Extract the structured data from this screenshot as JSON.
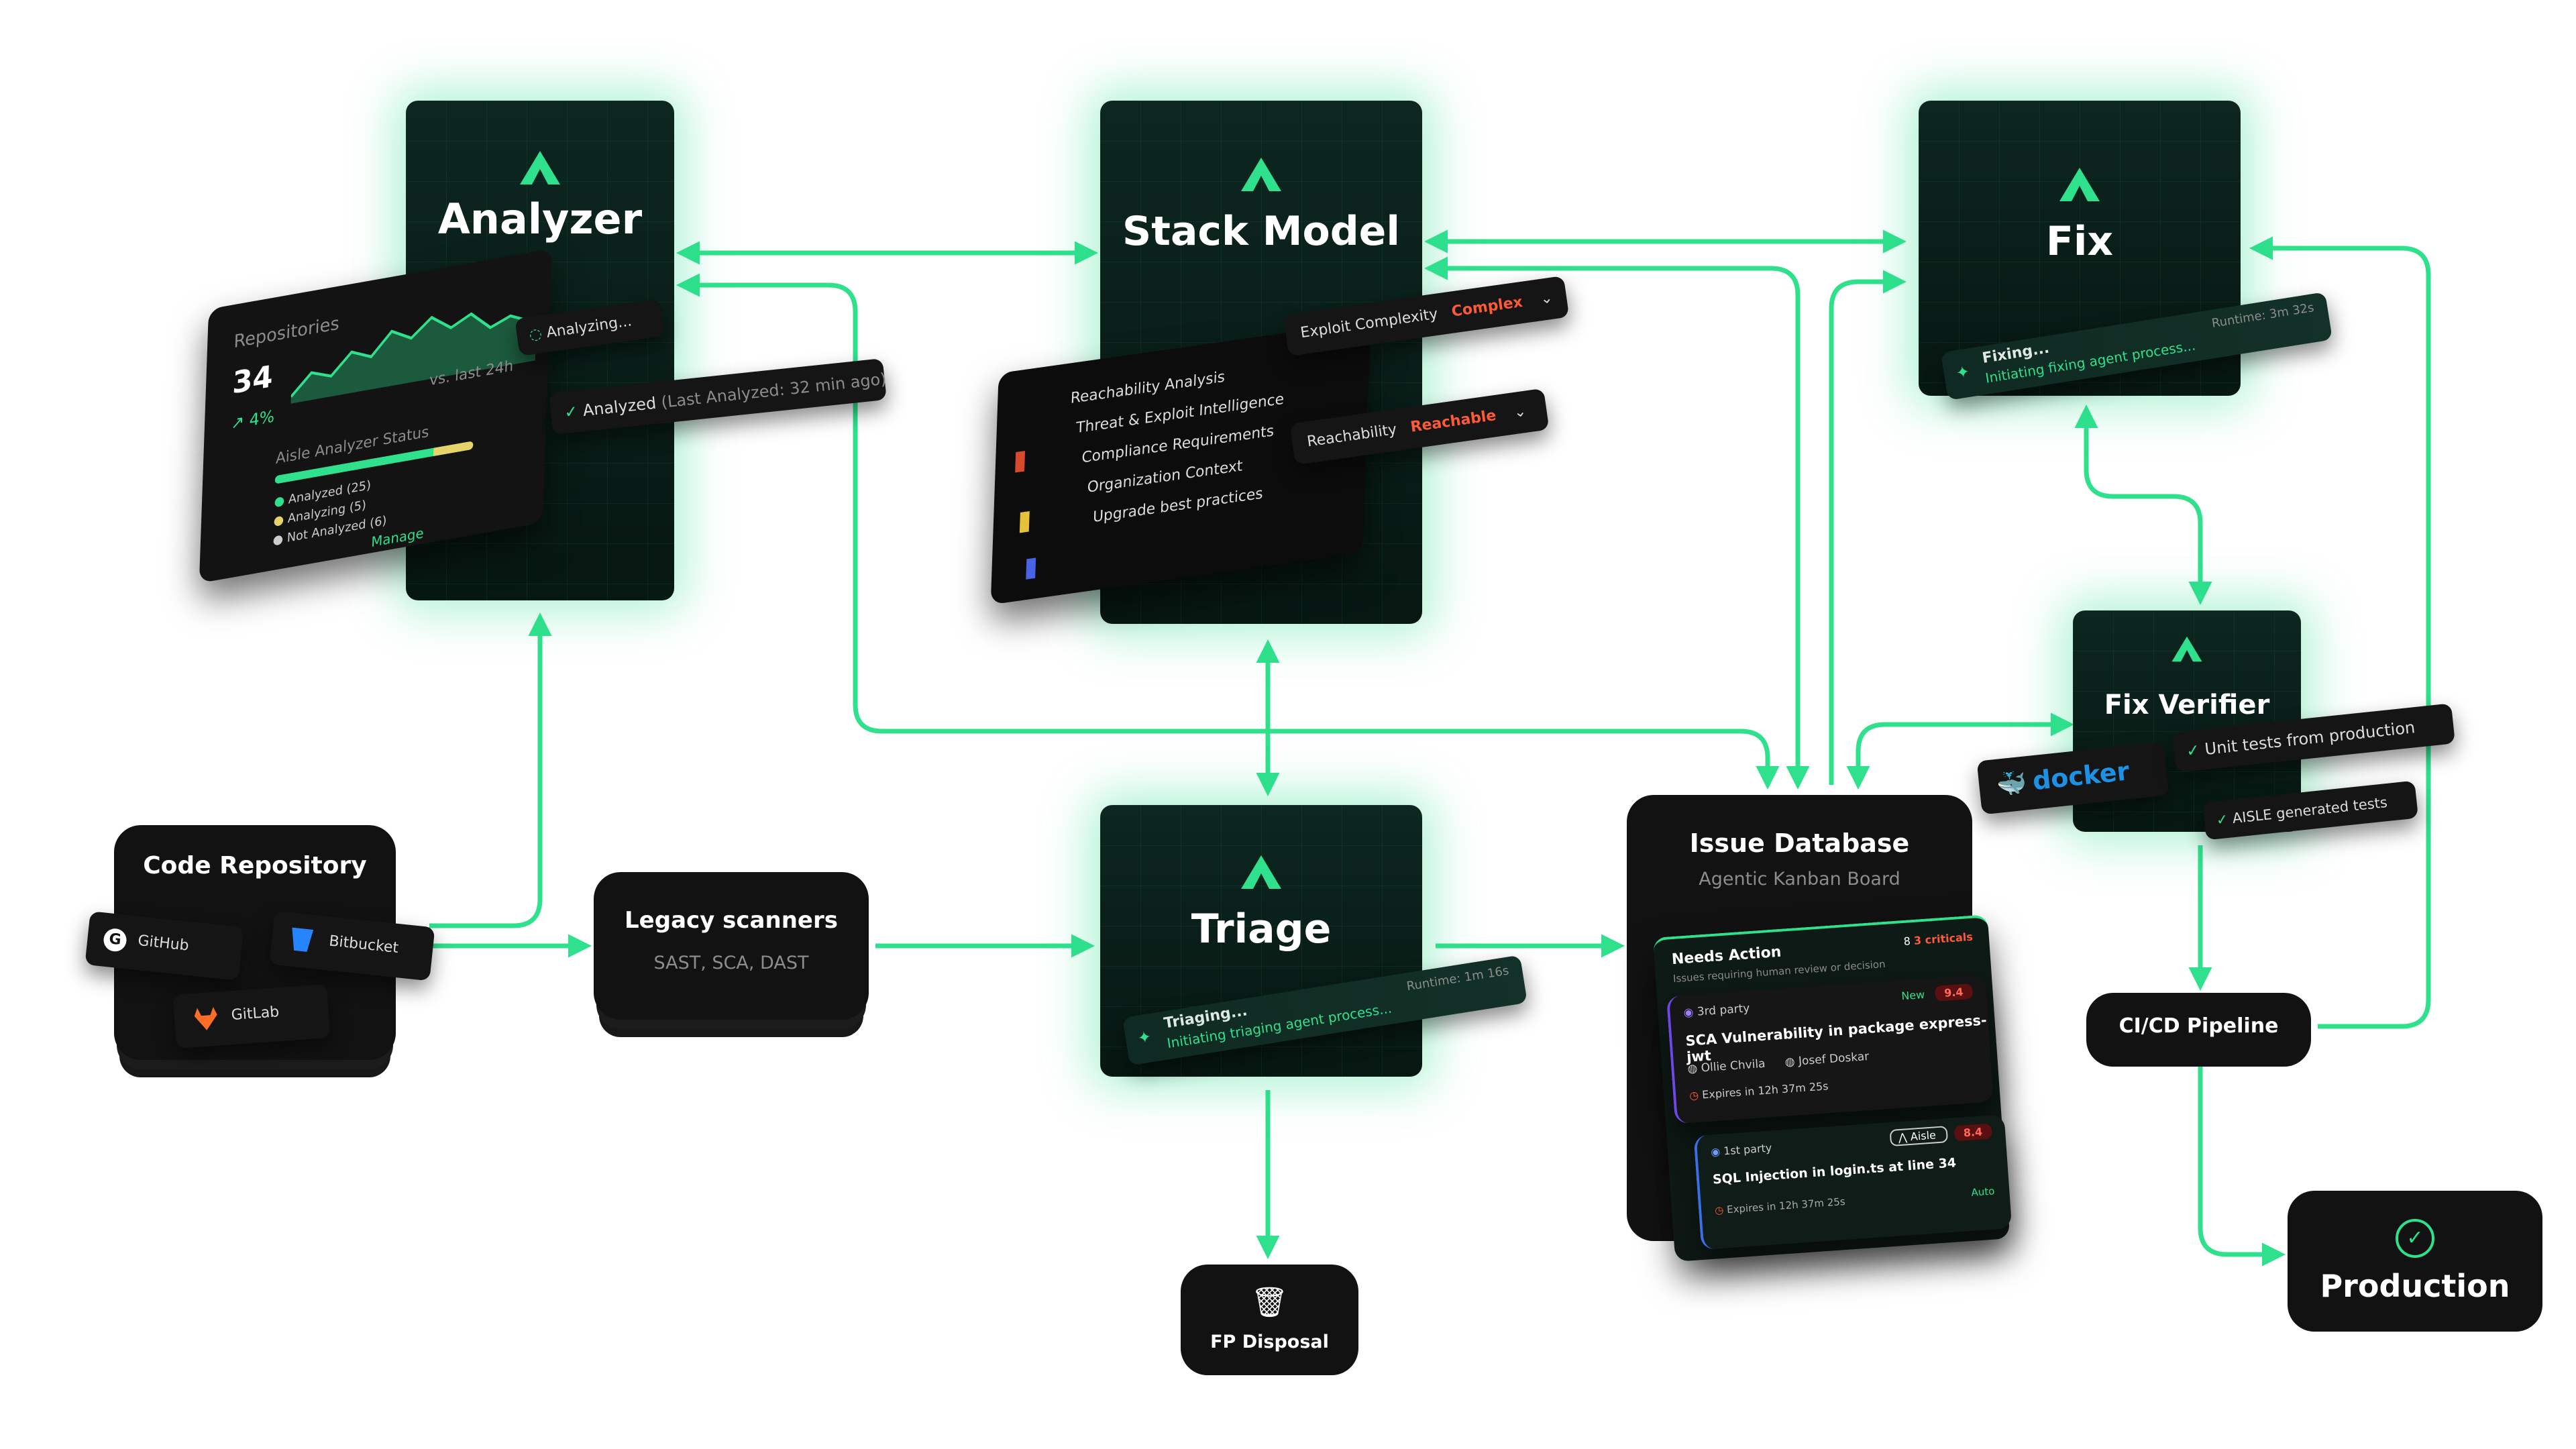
{
  "nodes": {
    "analyzer": "Analyzer",
    "stack_model": "Stack Model",
    "fix": "Fix",
    "fix_verifier": "Fix Verifier",
    "triage": "Triage",
    "code_repository": "Code Repository",
    "legacy_scanners": "Legacy scanners",
    "legacy_scanners_sub": "SAST, SCA, DAST",
    "issue_database": "Issue Database",
    "issue_database_sub": "Agentic Kanban Board",
    "cicd": "CI/CD Pipeline",
    "production": "Production",
    "fp_disposal": "FP Disposal"
  },
  "analyzer_card": {
    "repos_label": "Repositories",
    "repos_count": "34",
    "delta": "4%",
    "vs": "vs. last 24h",
    "status_title": "Aisle Analyzer Status",
    "analyzed": "Analyzed (25)",
    "analyzing": "Analyzing (5)",
    "not_analyzed": "Not Analyzed (6)",
    "manage": "Manage",
    "analyzing_pill": "Analyzing...",
    "analyzed_pill": "Analyzed",
    "analyzed_pill_sub": "(Last Analyzed: 32 min ago)"
  },
  "stack_card": {
    "items": [
      "Reachability Analysis",
      "Threat & Exploit Intelligence",
      "Compliance Requirements",
      "Organization Context",
      "Upgrade best practices"
    ],
    "exploit_label": "Exploit Complexity",
    "exploit_value": "Complex",
    "reach_label": "Reachability",
    "reach_value": "Reachable"
  },
  "fix_card": {
    "status": "Fixing...",
    "sub": "Initiating fixing agent process...",
    "runtime": "Runtime: 3m 32s"
  },
  "triage_card": {
    "status": "Triaging...",
    "sub": "Initiating triaging agent process...",
    "runtime": "Runtime: 1m 16s"
  },
  "verifier_card": {
    "docker": "docker",
    "unit_tests": "Unit tests from production",
    "aisle_tests": "AISLE generated tests"
  },
  "repo_card": {
    "github": "GitHub",
    "bitbucket": "Bitbucket",
    "gitlab": "GitLab"
  },
  "issue_card": {
    "needs_action": "Needs Action",
    "needs_action_sub": "Issues requiring human review or decision",
    "count": "8",
    "criticals": "3 criticals",
    "issue1": {
      "party": "3rd party",
      "status": "New",
      "score": "9.4",
      "title": "SCA Vulnerability in package express-jwt",
      "user1": "Ollie Chvila",
      "user2": "Josef Doskar",
      "expires": "Expires in 12h 37m 25s"
    },
    "issue2": {
      "party": "1st party",
      "brand": "Aisle",
      "score": "8.4",
      "title": "SQL Injection in login.ts at line 34",
      "expires": "Expires in 12h 37m 25s",
      "auto": "Auto"
    }
  },
  "colors": {
    "accent": "#2fe08c",
    "tile_bg": "#0b2019",
    "dark_bg": "#121212",
    "critical": "#ff5a36"
  }
}
